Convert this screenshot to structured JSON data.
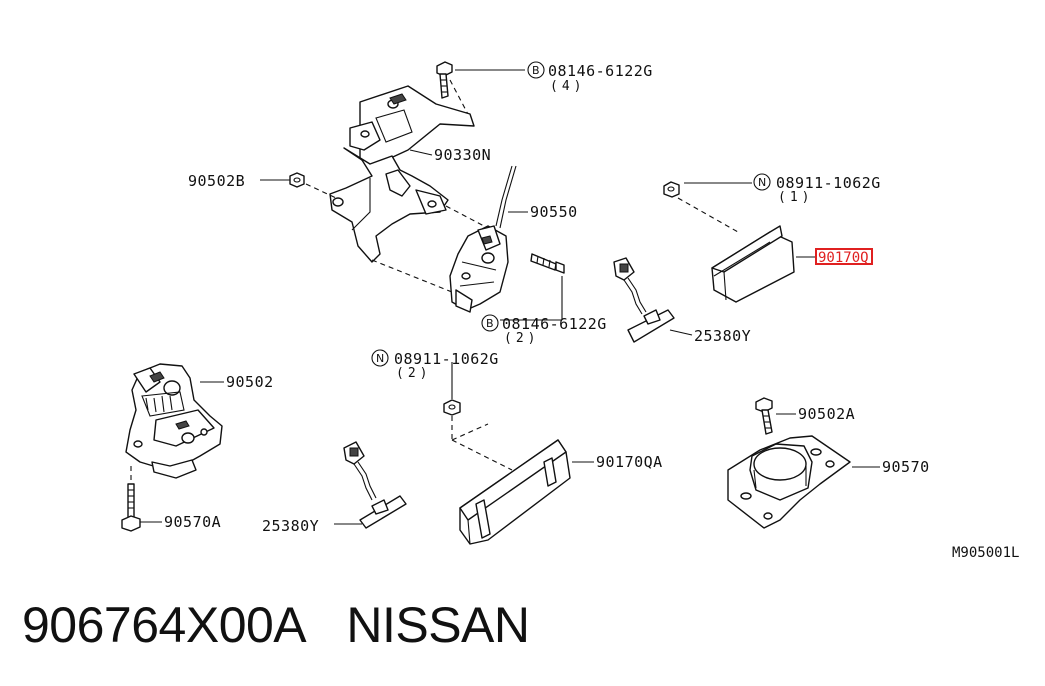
{
  "callouts": {
    "bolt_upper": {
      "prefix": "B",
      "number": "08146-6122G",
      "qty": "(4)"
    },
    "bracket": "90330N",
    "nut_left": "90502B",
    "nut_right": {
      "prefix": "N",
      "number": "08911-1062G",
      "qty": "(1)"
    },
    "striker_highlight": "90170Q",
    "actuator": "90550",
    "bolt_mid": {
      "prefix": "B",
      "number": "08146-6122G",
      "qty": "(2)"
    },
    "switch_right": "25380Y",
    "nut_mid": {
      "prefix": "N",
      "number": "08911-1062G",
      "qty": "(2)"
    },
    "lock_assy": "90502",
    "bolt_right": "90502A",
    "bumper_plate": "90170QA",
    "striker_right": "90570",
    "bolt_lower": "90570A",
    "switch_left": "25380Y"
  },
  "reference_code": "M905001L",
  "caption": {
    "part_number": "906764X00A",
    "brand": "NISSAN"
  },
  "colors": {
    "highlight": "#e02020",
    "line": "#111111"
  }
}
